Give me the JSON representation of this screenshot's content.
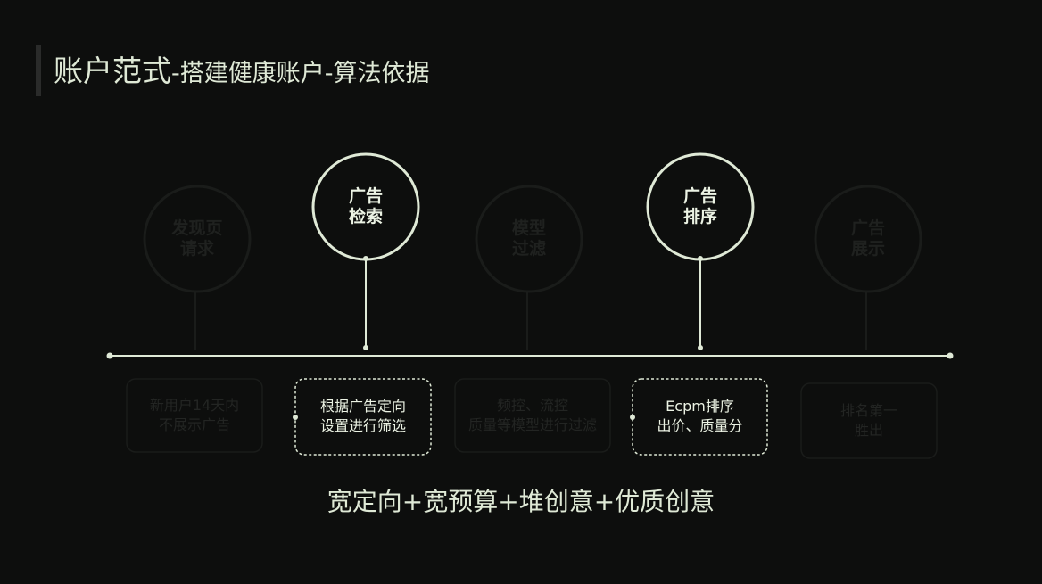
{
  "header": {
    "title_main": "账户范式",
    "title_sub": "-搭建健康账户-算法依据"
  },
  "steps": [
    {
      "circle_lines": [
        "发现页",
        "请求"
      ],
      "box_lines": [
        "新用户14天内",
        "不展示广告"
      ],
      "highlighted": false
    },
    {
      "circle_lines": [
        "广告",
        "检索"
      ],
      "box_lines": [
        "根据广告定向",
        "设置进行筛选"
      ],
      "highlighted": true
    },
    {
      "circle_lines": [
        "模型",
        "过滤"
      ],
      "box_lines": [
        "频控、流控",
        "质量等模型进行过滤"
      ],
      "highlighted": false
    },
    {
      "circle_lines": [
        "广告",
        "排序"
      ],
      "box_lines": [
        "Ecpm排序",
        "出价、质量分"
      ],
      "highlighted": true
    },
    {
      "circle_lines": [
        "广告",
        "展示"
      ],
      "box_lines": [
        "排名第一",
        "胜出"
      ],
      "highlighted": false
    }
  ],
  "footer": {
    "formula": "宽定向+宽预算+堆创意+优质创意"
  },
  "colors": {
    "accent": "#dfe9d6",
    "dim": "#1c1e1c",
    "background": "#0d0e0d"
  }
}
